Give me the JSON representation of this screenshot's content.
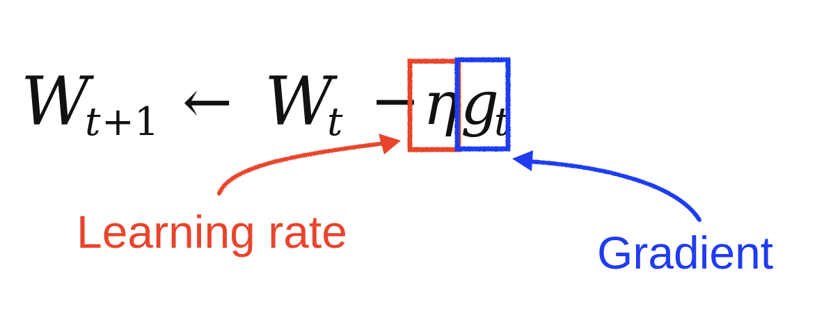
{
  "equation": {
    "lhs_symbol": "W",
    "lhs_subscript_var": "t",
    "lhs_subscript_rest": "+1",
    "arrow": "←",
    "rhs_symbol": "W",
    "rhs_subscript": "t",
    "minus": "−",
    "eta": "η",
    "g_symbol": "g",
    "g_subscript": "t"
  },
  "annotations": {
    "learning_rate": {
      "label": "Learning rate",
      "color": "#e8452c"
    },
    "gradient": {
      "label": "Gradient",
      "color": "#1f3cf0"
    }
  }
}
